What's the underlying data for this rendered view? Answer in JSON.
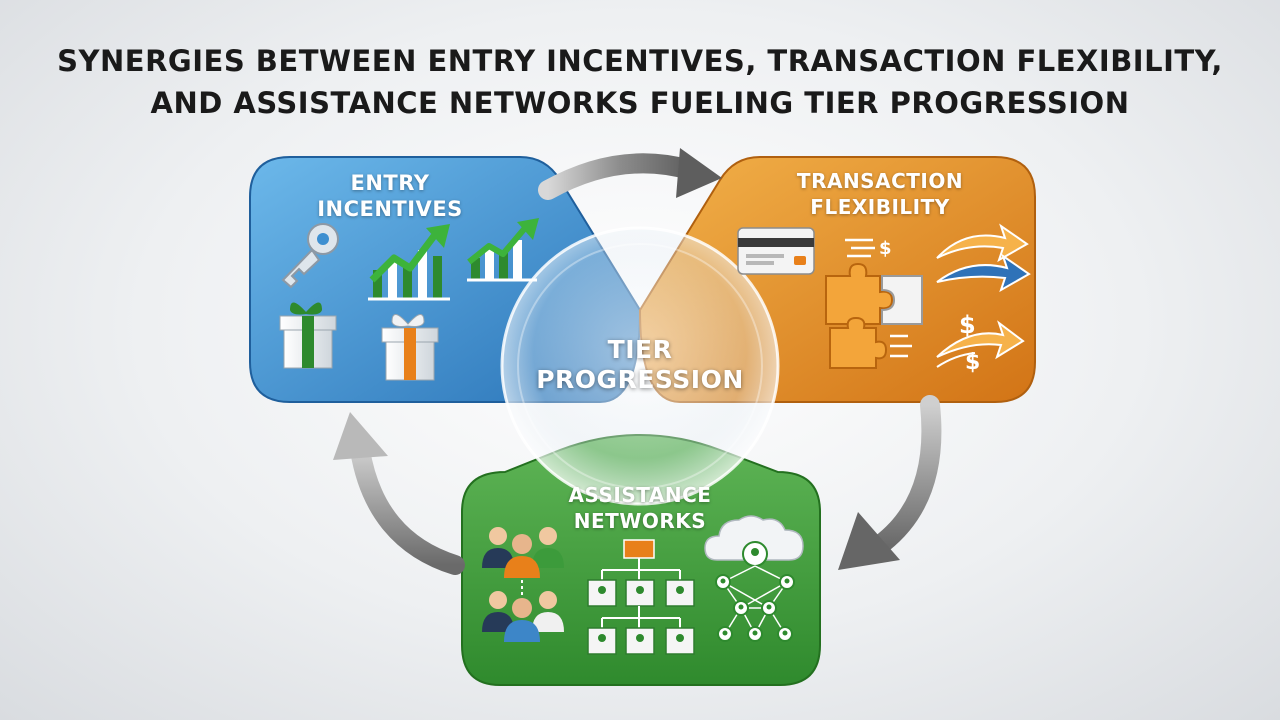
{
  "title": {
    "line1": "SYNERGIES BETWEEN ENTRY INCENTIVES, TRANSACTION FLEXIBILITY,",
    "line2": "AND ASSISTANCE NETWORKS FUELING TIER PROGRESSION"
  },
  "hub": {
    "line1": "TIER",
    "line2": "PROGRESSION"
  },
  "panels": {
    "entry": {
      "line1": "ENTRY",
      "line2": "INCENTIVES",
      "color": "#3e8fd0"
    },
    "transaction": {
      "line1": "TRANSACTION",
      "line2": "FLEXIBILITY",
      "color": "#e08a25"
    },
    "assistance": {
      "line1": "ASSISTANCE",
      "line2": "NETWORKS",
      "color": "#3f9b3c"
    }
  },
  "icons": {
    "entry": [
      "key-icon",
      "growth-chart-icon",
      "growth-chart-icon",
      "gift-icon",
      "gift-icon"
    ],
    "transaction": [
      "credit-card-icon",
      "dollar-motion-icon",
      "puzzle-icon",
      "arrows-icon",
      "puzzle-icon",
      "dollar-arrow-icon"
    ],
    "assistance": [
      "people-group-icon",
      "people-group-icon",
      "org-chart-icon",
      "cloud-network-icon"
    ]
  },
  "glyphs": {
    "dollar": "$"
  }
}
